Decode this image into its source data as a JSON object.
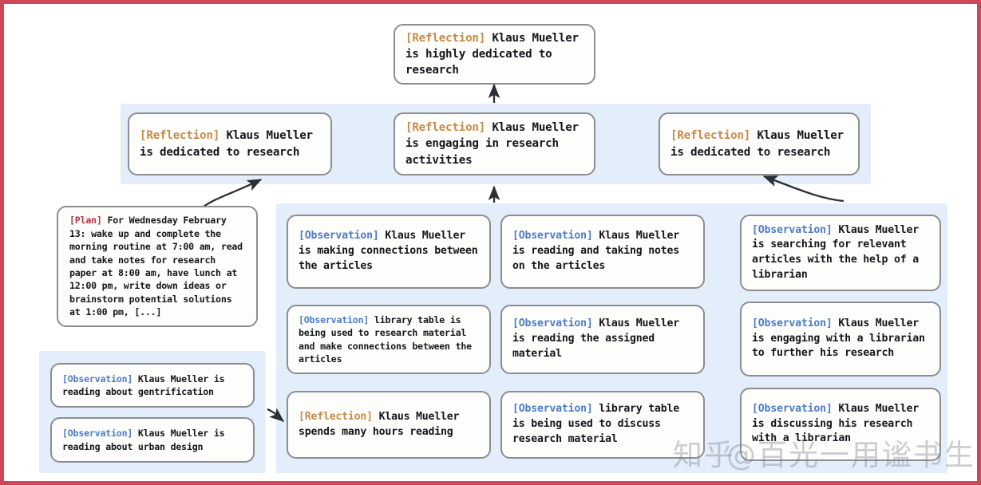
{
  "frame": {
    "border_color": "#ce4657",
    "background": "#ffffff"
  },
  "colors": {
    "panel_blue": "#e4eefb",
    "node_fill": "#fdfdfb",
    "node_border": "#8b8e91",
    "tag_reflection": "#c78b49",
    "tag_observation": "#4d7cc7",
    "tag_plan": "#b0344a",
    "arrow": "#2b2f33"
  },
  "tags": {
    "reflection": "[Reflection]",
    "observation": "[Observation]",
    "plan": "[Plan]"
  },
  "top": {
    "root": {
      "tag": "[Reflection]",
      "text": " Klaus Mueller is highly dedicated to research"
    }
  },
  "reflections": [
    {
      "tag": "[Reflection]",
      "text": " Klaus Mueller is dedicated to research"
    },
    {
      "tag": "[Reflection]",
      "text": " Klaus Mueller is engaging in research activities"
    },
    {
      "tag": "[Reflection]",
      "text": " Klaus Mueller is dedicated to research"
    }
  ],
  "plan": {
    "tag": "[Plan]",
    "text": " For Wednesday February 13: wake up and complete the morning routine at 7:00 am, read and take notes for research paper at 8:00 am, have lunch at 12:00 pm, write down ideas or brainstorm potential solutions at 1:00 pm, [...]"
  },
  "bottom_left": [
    {
      "tag": "[Observation]",
      "text": " Klaus Mueller is reading about gentrification"
    },
    {
      "tag": "[Observation]",
      "text": " Klaus Mueller is reading about urban design"
    }
  ],
  "column_left": [
    {
      "tag": "[Observation]",
      "text": " Klaus Mueller is making connections between the articles"
    },
    {
      "tag": "[Observation]",
      "text": " library table is being used to research material and make connections between the articles"
    },
    {
      "tag": "[Reflection]",
      "text": " Klaus Mueller spends many hours reading"
    }
  ],
  "column_mid": [
    {
      "tag": "[Observation]",
      "text": " Klaus Mueller is reading and taking notes on the articles"
    },
    {
      "tag": "[Observation]",
      "text": " Klaus Mueller is reading the assigned material"
    },
    {
      "tag": "[Observation]",
      "text": " library table is being used to discuss research material"
    }
  ],
  "column_right": [
    {
      "tag": "[Observation]",
      "text": " Klaus Mueller is searching for relevant articles with the help of a librarian"
    },
    {
      "tag": "[Observation]",
      "text": " Klaus Mueller is engaging with a librarian to further his research"
    },
    {
      "tag": "[Observation]",
      "text": " Klaus Mueller is discussing his research with a librarian"
    }
  ],
  "watermark": {
    "left": "知乎",
    "right": "@百光一用谧书生"
  }
}
